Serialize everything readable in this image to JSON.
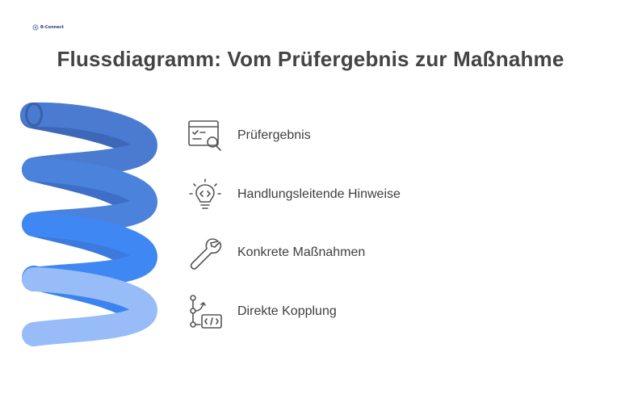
{
  "logo": {
    "text": "B-Connect"
  },
  "title": "Flussdiagramm: Vom Prüfergebnis zur Maßnahme",
  "steps": [
    {
      "label": "Prüfergebnis",
      "icon": "checklist-magnifier-icon"
    },
    {
      "label": "Handlungsleitende Hinweise",
      "icon": "lightbulb-code-icon"
    },
    {
      "label": "Konkrete Maßnahmen",
      "icon": "wrench-icon"
    },
    {
      "label": "Direkte Kopplung",
      "icon": "workflow-code-icon"
    }
  ],
  "colors": {
    "coil_dark": "#4a7bd0",
    "coil_mid": "#4f8ff0",
    "coil_bright": "#3a86ff",
    "coil_light": "#98bcf8",
    "title": "#444444",
    "label": "#3f3f3f",
    "icon_stroke": "#555555"
  }
}
